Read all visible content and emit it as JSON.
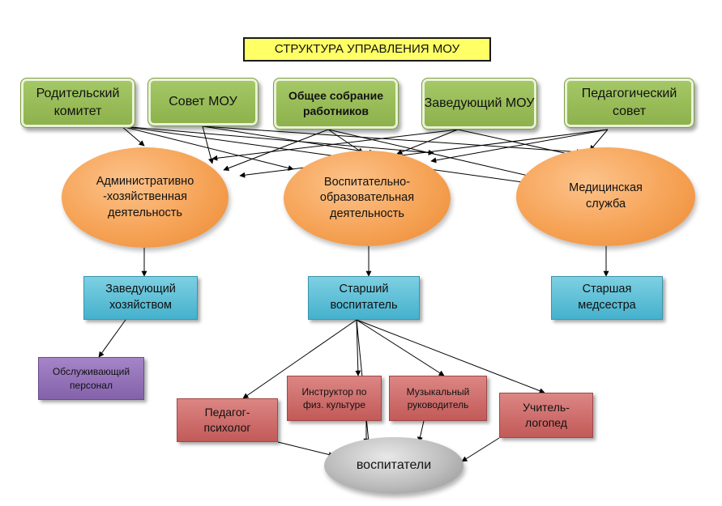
{
  "title": "СТРУКТУРА УПРАВЛЕНИЯ МОУ",
  "top_nodes": [
    {
      "id": "parent-committee",
      "label": "Родительский комитет"
    },
    {
      "id": "council",
      "label": "Совет МОУ"
    },
    {
      "id": "general-meeting",
      "label": "Общее собрание работников"
    },
    {
      "id": "head",
      "label": "Заведующий МОУ"
    },
    {
      "id": "pedagogical-council",
      "label": "Педагогический совет"
    }
  ],
  "activity_nodes": [
    {
      "id": "admin",
      "label": "Административно -хозяйственная деятельность"
    },
    {
      "id": "education",
      "label": "Воспитательно- образовательная деятельность"
    },
    {
      "id": "medical",
      "label": "Медицинская служба"
    }
  ],
  "manager_nodes": [
    {
      "id": "housekeeping-head",
      "label": "Заведующий хозяйством"
    },
    {
      "id": "senior-educator",
      "label": "Старший воспитатель"
    },
    {
      "id": "senior-nurse",
      "label": "Старшая медсестра"
    }
  ],
  "staff_nodes": [
    {
      "id": "service-staff",
      "label": "Обслуживающий персонал"
    },
    {
      "id": "psychologist",
      "label": "Педагог- психолог"
    },
    {
      "id": "pe-instructor",
      "label": "Инструктор по физ. культуре"
    },
    {
      "id": "music-director",
      "label": "Музыкальный руководитель"
    },
    {
      "id": "speech-therapist",
      "label": "Учитель- логопед"
    }
  ],
  "bottom_node": {
    "id": "educators",
    "label": "воспитатели"
  },
  "colors": {
    "title_fill": "#ffff66",
    "top_fill": "#9bbb59",
    "activity_fill": "#f79646",
    "manager_fill": "#4bacc6",
    "service_fill": "#8064a2",
    "specialist_fill": "#c0504d",
    "bottom_fill": "#bfbfbf",
    "arrow": "#000000"
  }
}
